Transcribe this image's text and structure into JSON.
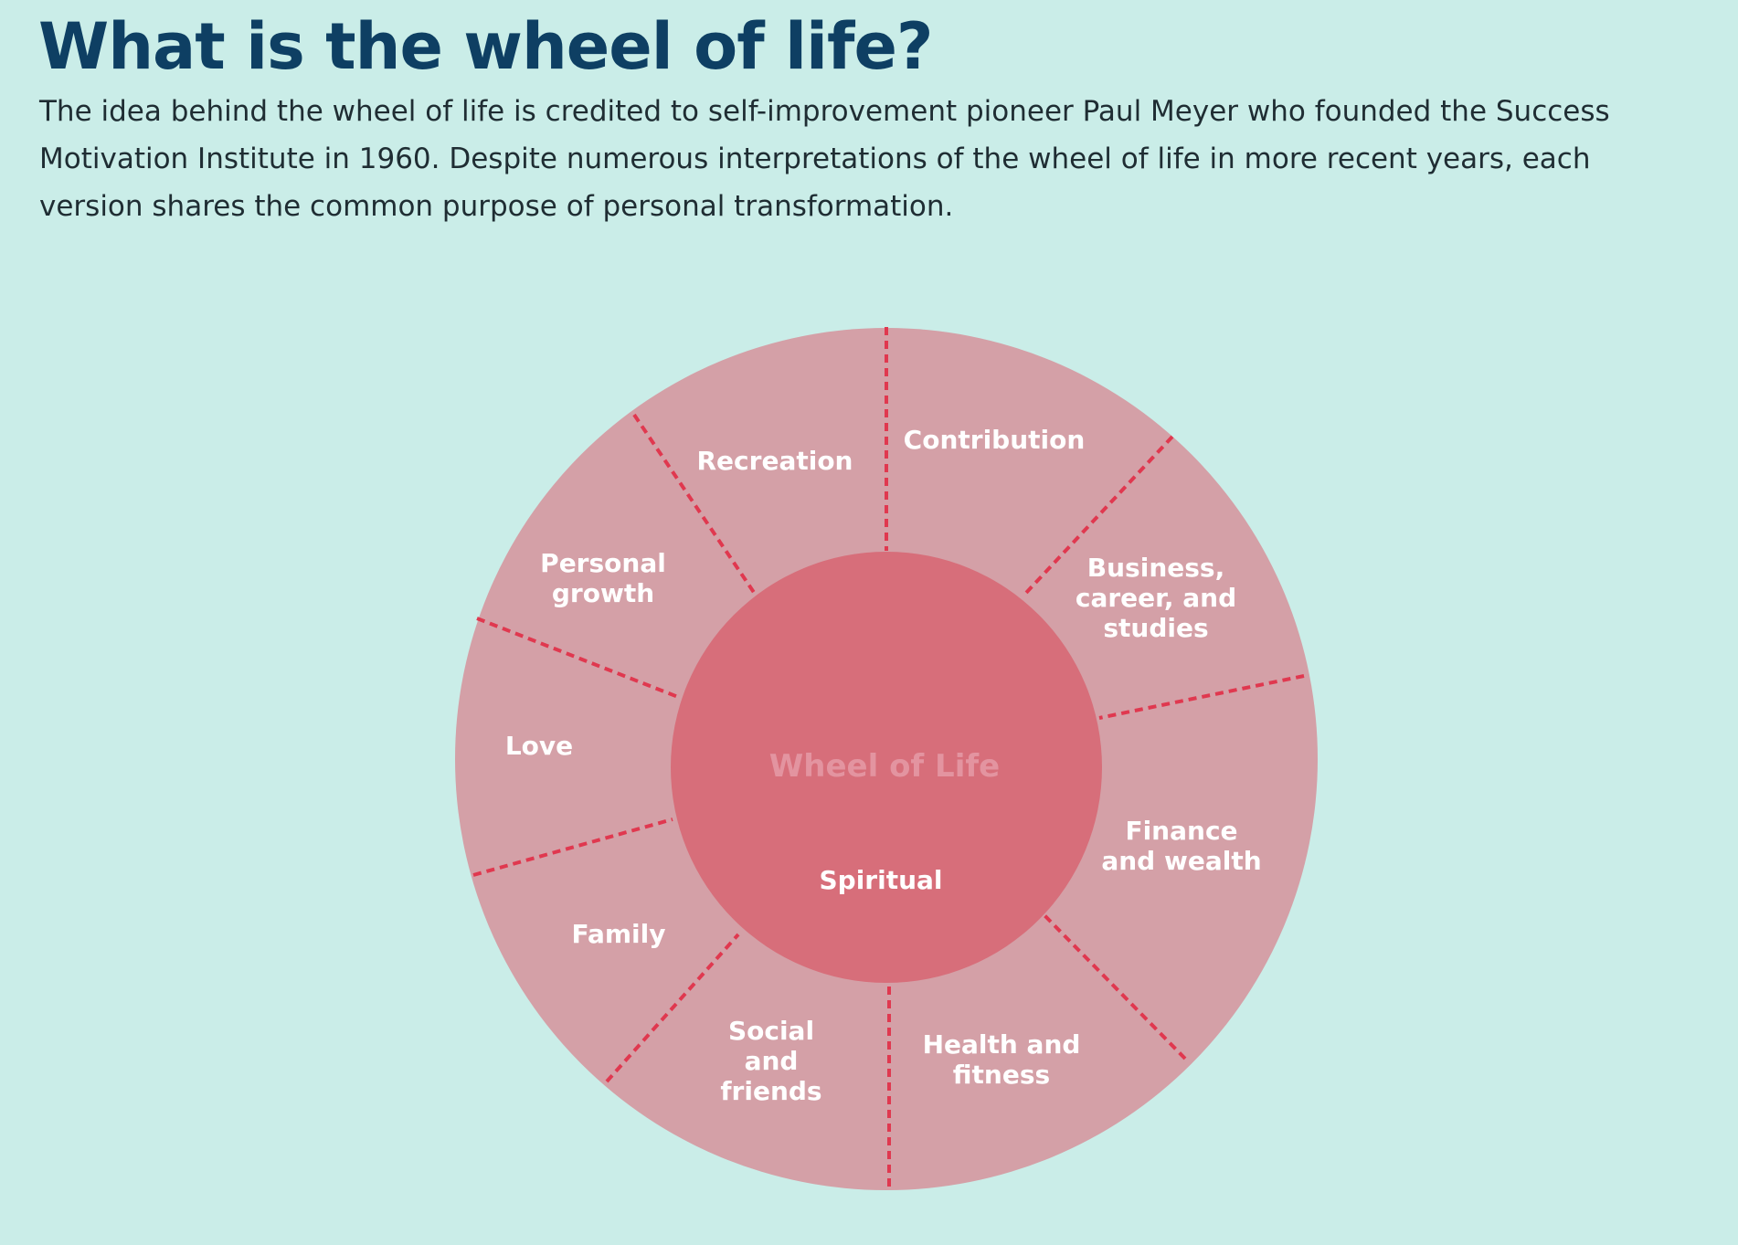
{
  "header": {
    "title": "What is the wheel of life?",
    "intro": "The idea behind the wheel of life is credited to self-improvement pioneer Paul Meyer who founded the Success Motivation Institute in 1960. Despite numerous interpretations of the wheel of life in more recent years, each version shares the common purpose of personal transformation."
  },
  "wheel": {
    "center_label": "Wheel of Life",
    "inner_segment": "Spiritual",
    "segments": [
      {
        "lines": [
          "Recreation"
        ]
      },
      {
        "lines": [
          "Contribution"
        ]
      },
      {
        "lines": [
          "Business,",
          "career, and",
          "studies"
        ]
      },
      {
        "lines": [
          "Finance",
          "and wealth"
        ]
      },
      {
        "lines": [
          "Health and",
          "fitness"
        ]
      },
      {
        "lines": [
          "Social",
          "and",
          "friends"
        ]
      },
      {
        "lines": [
          "Family"
        ]
      },
      {
        "lines": [
          "Love"
        ]
      },
      {
        "lines": [
          "Personal",
          "growth"
        ]
      }
    ],
    "colors": {
      "outer_ring": "#d4a0a7",
      "inner_circle": "#d76e7a",
      "dividers": "#e0384f",
      "labels": "#ffffff",
      "background": "#caede8"
    }
  }
}
